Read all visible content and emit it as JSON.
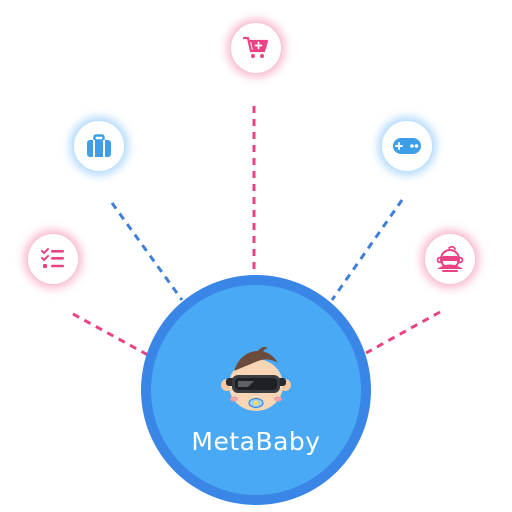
{
  "hub": {
    "brand_name": "MetaBaby"
  },
  "colors": {
    "pink_accent": "#e94386",
    "blue_accent": "#3f9ee8",
    "hub_outer": "#3a86e6",
    "hub_inner": "#4aa9f4"
  },
  "nodes": [
    {
      "icon": "checklist-icon",
      "theme": "pink"
    },
    {
      "icon": "briefcase-icon",
      "theme": "blue"
    },
    {
      "icon": "shopping-cart-icon",
      "theme": "pink"
    },
    {
      "icon": "gamepad-icon",
      "theme": "blue"
    },
    {
      "icon": "baby-face-icon",
      "theme": "pink"
    }
  ]
}
